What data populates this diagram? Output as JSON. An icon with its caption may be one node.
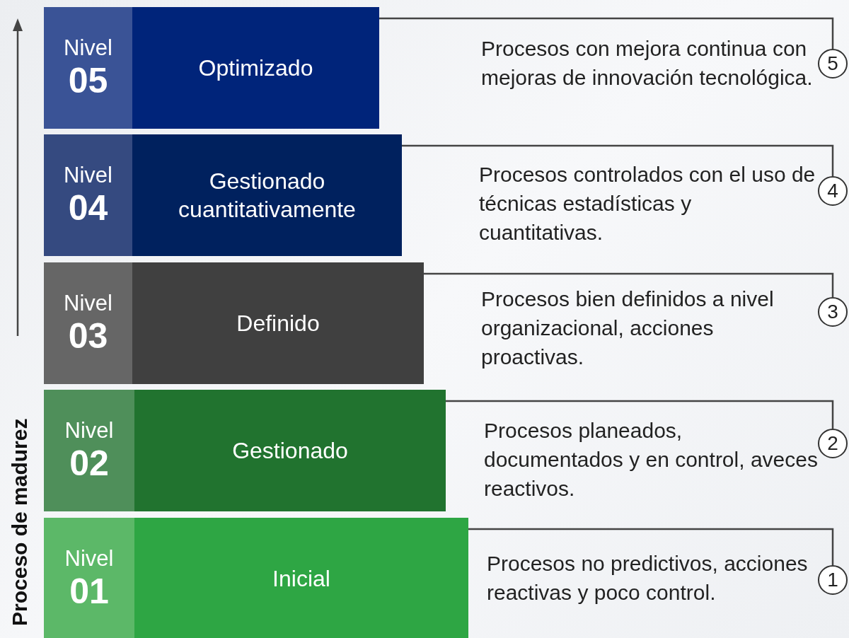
{
  "diagram": {
    "nodes": [
      {
        "text": [
          "Nivel",
          "05"
        ]
      },
      {
        "text": [
          "Optimizado"
        ]
      },
      {
        "text": [
          "5"
        ]
      },
      {
        "text": [
          "Nivel",
          "04"
        ]
      },
      {
        "text": [
          "Gestionado cuantitativamente"
        ]
      },
      {
        "text": [
          "4"
        ]
      },
      {
        "text": [
          "Nivel",
          "03"
        ]
      },
      {
        "text": [
          "Definido"
        ]
      },
      {
        "text": [
          "3"
        ]
      },
      {
        "text": [
          "Nivel",
          "02"
        ]
      },
      {
        "text": [
          "Gestionado"
        ]
      },
      {
        "text": [
          "2"
        ]
      },
      {
        "text": [
          "Nivel",
          "01"
        ]
      },
      {
        "text": [
          "Inicial"
        ]
      },
      {
        "text": [
          "1"
        ]
      }
    ],
    "edges": [
      {
        "from": 1,
        "to": 2,
        "arrow": "none"
      },
      {
        "from": 4,
        "to": 5,
        "arrow": "none"
      },
      {
        "from": 7,
        "to": 8,
        "arrow": "none"
      },
      {
        "from": 10,
        "to": 11,
        "arrow": "none"
      },
      {
        "from": 13,
        "to": 14,
        "arrow": "none"
      }
    ],
    "labels": [
      "Procesos con mejora continua con mejoras de innovación tecnológica.",
      "Procesos controlados con el uso de técnicas estadísticas y cuantitativas.",
      "Procesos bien definidos a nivel organizacional, acciones proactivas.",
      "Procesos planeados, documentados y en control, aveces reactivos.",
      "Procesos no predictivos, acciones reactivas y poco control.",
      "Proceso de madurez"
    ]
  }
}
